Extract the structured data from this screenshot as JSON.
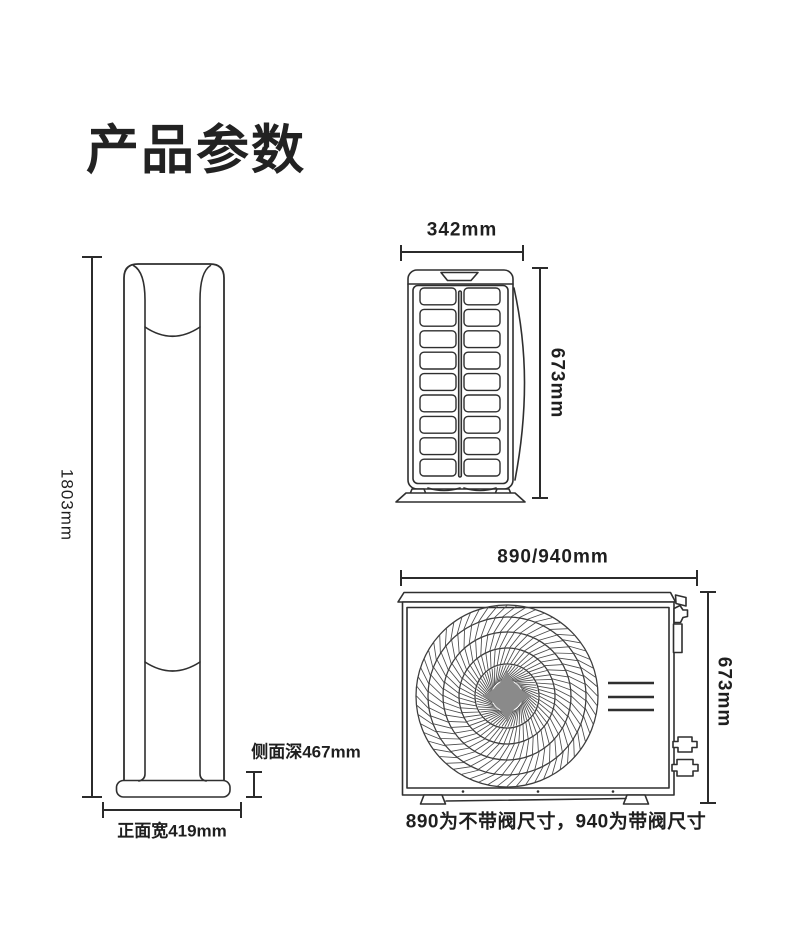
{
  "title": "产品参数",
  "indoor_unit": {
    "height_label": "1803mm",
    "front_width_label": "正面宽419mm",
    "side_depth_label": "侧面深467mm"
  },
  "outdoor_unit_side_view": {
    "width_label": "342mm",
    "height_label": "673mm"
  },
  "outdoor_unit_front_view": {
    "width_label": "890/940mm",
    "height_label": "673mm",
    "note": "890为不带阀尺寸，940为带阀尺寸"
  },
  "colors": {
    "background": "#ffffff",
    "line": "#2f2f2f",
    "text": "#1f1f1f",
    "fan_hub": "#8a8a8a"
  }
}
